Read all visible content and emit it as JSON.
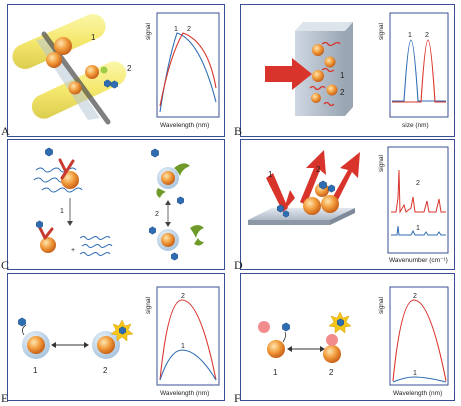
{
  "panels": [
    {
      "letter": "A",
      "y_label": "signal",
      "x_label": "Wavelength (nm)",
      "markers": [
        "1",
        "2"
      ]
    },
    {
      "letter": "B",
      "y_label": "signal",
      "x_label": "size (nm)",
      "markers": [
        "1",
        "2"
      ]
    },
    {
      "letter": "C",
      "markers": [
        "1",
        "2"
      ]
    },
    {
      "letter": "D",
      "y_label": "signal",
      "x_label": "Wavenumber (cm⁻¹)",
      "markers": [
        "1",
        "2"
      ]
    },
    {
      "letter": "E",
      "y_label": "signal",
      "x_label": "Wavelength (nm)",
      "markers": [
        "1",
        "2"
      ]
    },
    {
      "letter": "F",
      "y_label": "signal",
      "x_label": "Wavelength (nm)",
      "markers": [
        "1",
        "2"
      ]
    }
  ],
  "colors": {
    "frame": "#3a4f93",
    "red": "#d9342b",
    "blue": "#2f6db3",
    "nanoparticle": "#f29a3a",
    "shell": "#aecbe3"
  },
  "icons": [
    "nanoparticle-icon",
    "hexagon-analyte-icon",
    "star-icon",
    "antibody-icon",
    "arrow-icon"
  ]
}
